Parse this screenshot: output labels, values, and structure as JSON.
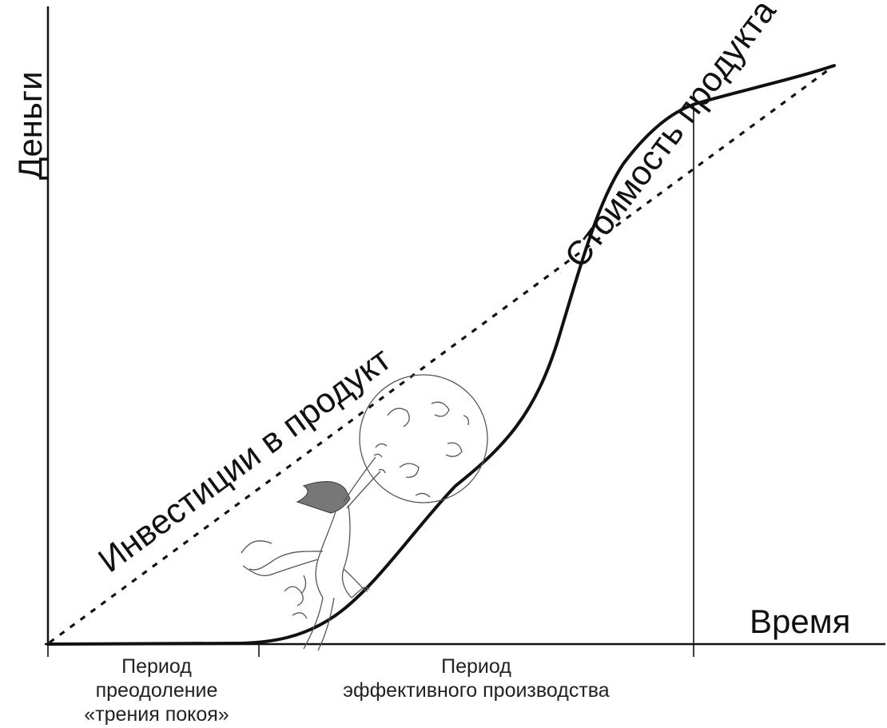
{
  "axes": {
    "y_label": "Деньги",
    "x_label": "Время"
  },
  "curves": {
    "investment_label": "Инвестиции в продукт",
    "value_label": "Стоимость продукта"
  },
  "periods": [
    {
      "lines": [
        "Период",
        "преодоление",
        "«трения покоя»"
      ]
    },
    {
      "lines": [
        "Период",
        "эффективного производства"
      ]
    }
  ],
  "illustration": {
    "icon": "sisyphus-pushing-boulder-icon"
  }
}
